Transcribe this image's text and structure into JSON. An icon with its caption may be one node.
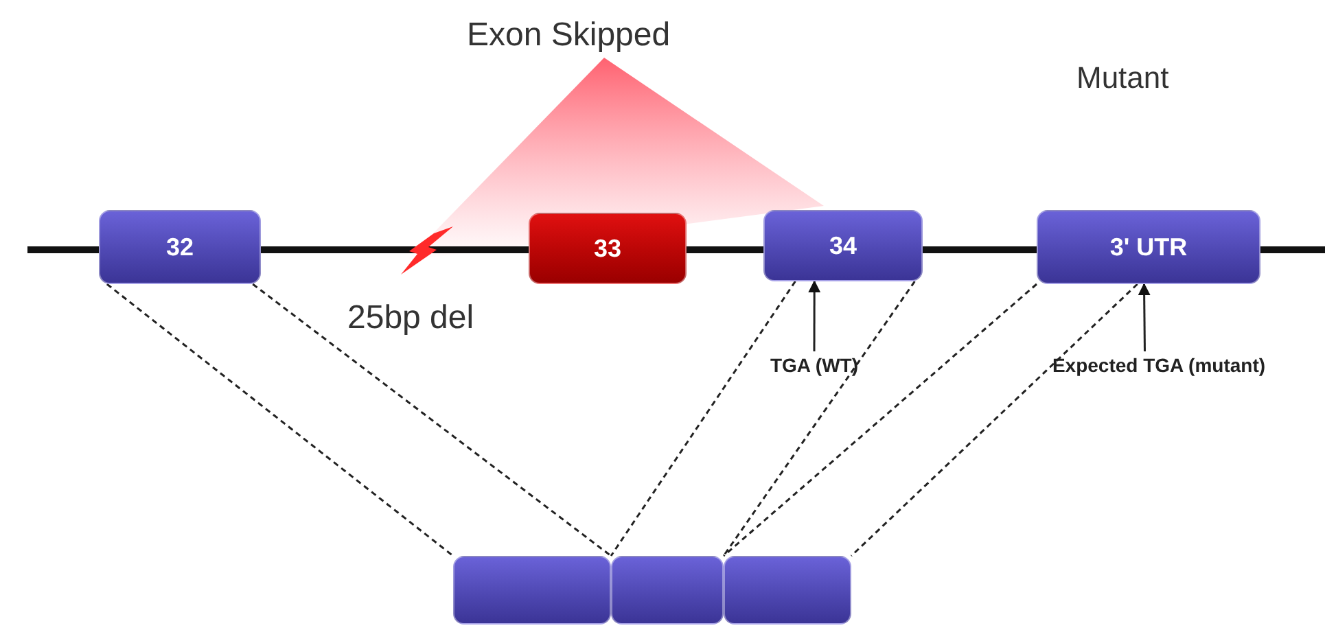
{
  "diagram": {
    "nodes": [
      {
        "text": [
          "32"
        ]
      },
      {
        "text": [
          "33"
        ]
      },
      {
        "text": [
          "34"
        ]
      },
      {
        "text": [
          "3' UTR"
        ]
      },
      {
        "text": [],
        "shape": "cylinder"
      },
      {
        "text": [],
        "shape": "cylinder"
      },
      {
        "text": [],
        "shape": "cylinder"
      },
      {
        "text": [
          "TGA (WT)"
        ]
      },
      {
        "text": [
          "Expected TGA (mutant)"
        ]
      }
    ],
    "edges": [
      {
        "from": 0,
        "to": 4,
        "arrow": "none",
        "style": "dashed"
      },
      {
        "from": 0,
        "to": 4,
        "arrow": "none",
        "style": "dashed"
      },
      {
        "from": 2,
        "to": 5,
        "arrow": "none",
        "style": "dashed"
      },
      {
        "from": 2,
        "to": 5,
        "arrow": "none",
        "style": "dashed"
      },
      {
        "from": 3,
        "to": 6,
        "arrow": "none",
        "style": "dashed"
      },
      {
        "from": 3,
        "to": 6,
        "arrow": "none",
        "style": "dashed"
      },
      {
        "from": 7,
        "to": 2,
        "arrow": "to"
      },
      {
        "from": 8,
        "to": 3,
        "arrow": "to"
      }
    ],
    "labels": [
      "Exon Skipped",
      "Mutant",
      "25bp del"
    ]
  }
}
